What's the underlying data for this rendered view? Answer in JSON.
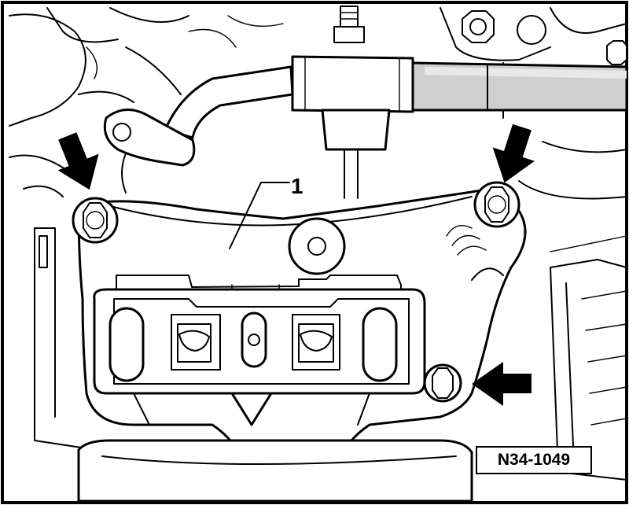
{
  "diagram": {
    "part_labels": [
      {
        "number": "1"
      }
    ],
    "reference_code": "N34-1049",
    "arrows": [
      {
        "direction": "down",
        "points_to": "upper-left-bolt"
      },
      {
        "direction": "down",
        "points_to": "upper-right-bolt"
      },
      {
        "direction": "left",
        "points_to": "lower-right-bolt"
      }
    ]
  }
}
